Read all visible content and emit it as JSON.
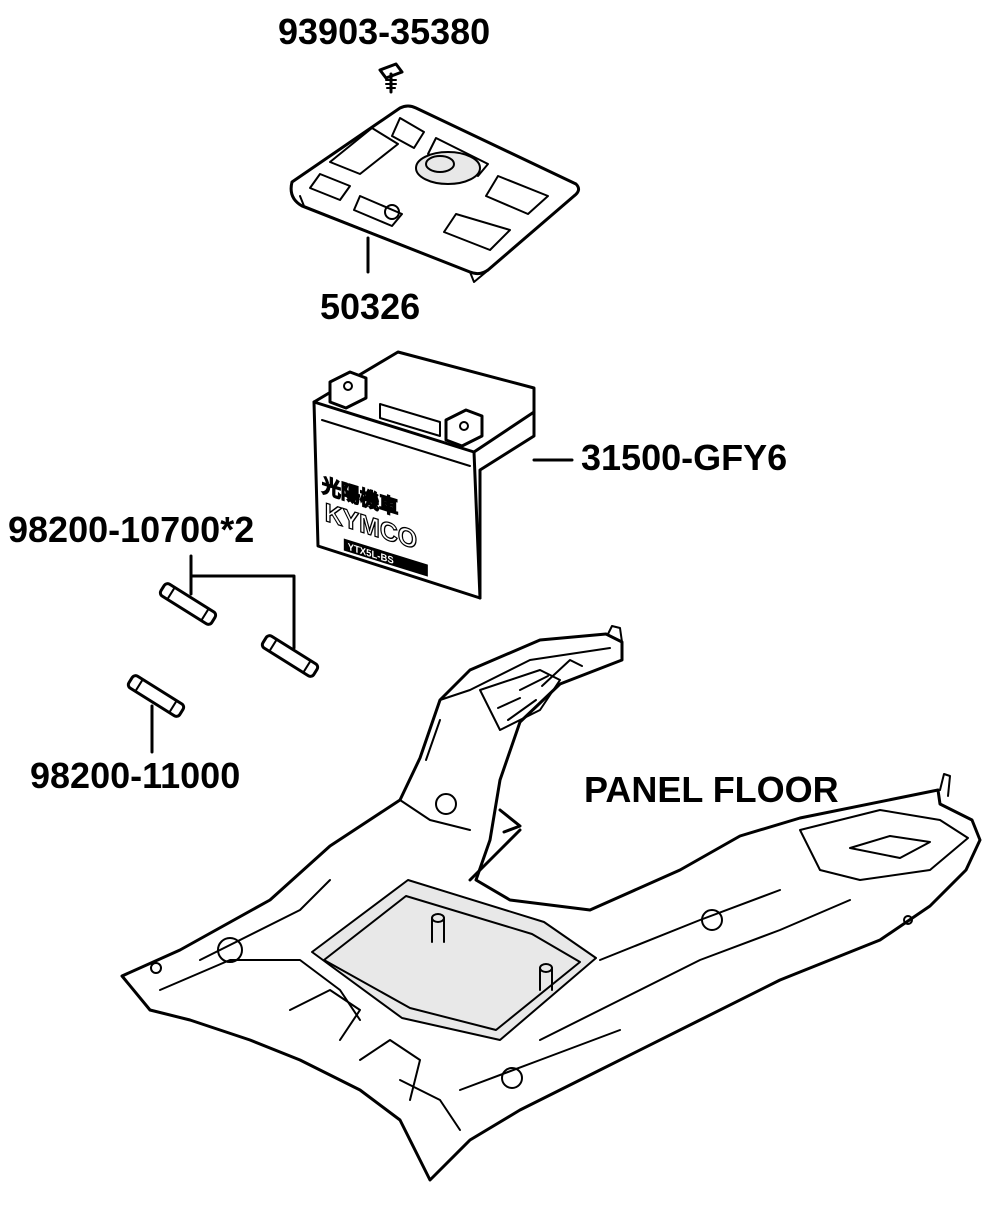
{
  "labels": {
    "screw": "93903-35380",
    "cover": "50326",
    "battery": "31500-GFY6",
    "fuse_pair": "98200-10700*2",
    "fuse_single": "98200-11000",
    "floor": "PANEL FLOOR"
  },
  "battery_marking": {
    "brand": "KYMCO",
    "cjk": "光陽機車",
    "model": "YTX5L-BS"
  },
  "colors": {
    "line": "#000000",
    "background": "#ffffff"
  }
}
